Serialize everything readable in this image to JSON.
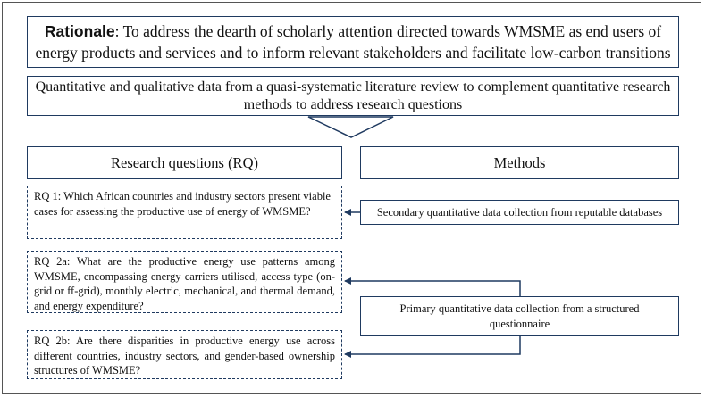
{
  "rationale": {
    "label": "Rationale",
    "text": ": To address the dearth of scholarly attention directed towards WMSME as end users of energy products and services and to inform relevant stakeholders and facilitate low-carbon transitions"
  },
  "approach": "Quantitative and qualitative data from a quasi-systematic literature review to complement quantitative research methods to address research questions",
  "headers": {
    "research_questions": "Research questions (RQ)",
    "methods": "Methods"
  },
  "research_questions": [
    "RQ 1: Which African countries and industry sectors present viable cases for assessing the productive use of energy of WMSME?",
    "RQ 2a: What are the productive energy use patterns among WMSME, encompassing energy carriers utilised, access type (on-grid or ff-grid), monthly electric, mechanical, and thermal demand, and energy expenditure?",
    "RQ 2b: Are there disparities in productive energy use across different countries, industry sectors, and gender-based ownership structures of WMSME?"
  ],
  "methods": [
    "Secondary quantitative data collection from reputable databases",
    "Primary quantitative data collection from a structured questionnaire"
  ],
  "colors": {
    "border": "#1f3a60",
    "frame": "#555555"
  }
}
